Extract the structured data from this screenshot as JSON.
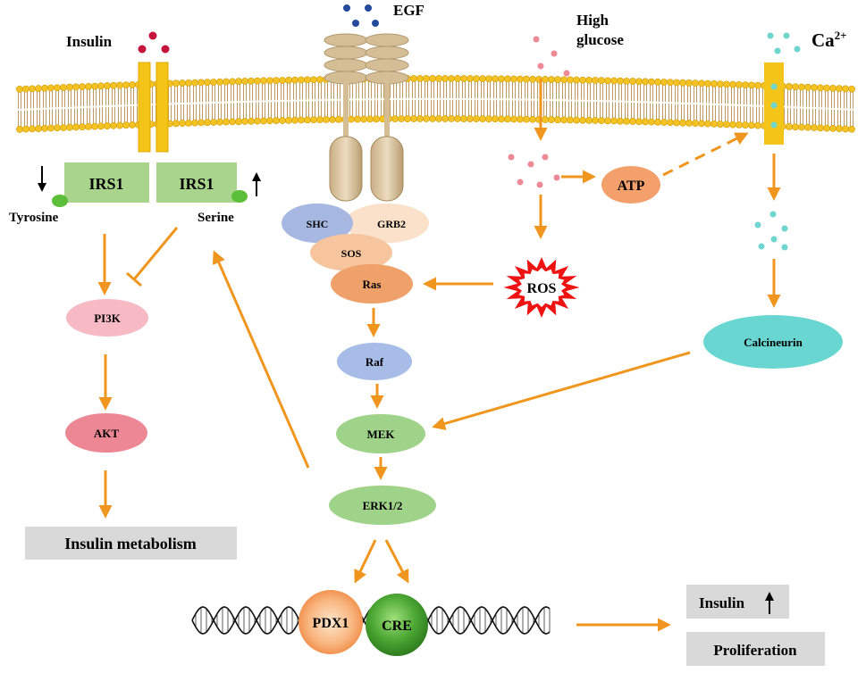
{
  "labels": {
    "insulin": "Insulin",
    "egf": "EGF",
    "high_glucose_line1": "High",
    "high_glucose_line2": "glucose",
    "calcium": "Ca",
    "calcium_sup": "2+",
    "irs1_left": "IRS1",
    "irs1_right": "IRS1",
    "tyrosine": "Tyrosine",
    "serine": "Serine",
    "shc": "SHC",
    "grb2": "GRB2",
    "sos": "SOS",
    "ras": "Ras",
    "raf": "Raf",
    "mek": "MEK",
    "erk": "ERK1/2",
    "pi3k": "PI3K",
    "akt": "AKT",
    "atp": "ATP",
    "ros": "ROS",
    "calcineurin": "Calcineurin",
    "pdx1": "PDX1",
    "cre": "CRE",
    "insulin_metabolism": "Insulin metabolism",
    "insulin_out": "Insulin",
    "proliferation": "Proliferation"
  },
  "colors": {
    "arrow": "#f0961e",
    "membrane_head": "#f3c326",
    "membrane_tail": "#bd9a62",
    "insulin_receptor": "#f4c518",
    "irs1": "#a8d48c",
    "egf_receptor": "#d5be96",
    "shc": "#a6b7e2",
    "grb2": "#fbe0ca",
    "sos": "#f6c49d",
    "ras": "#f0a16a",
    "raf": "#a8bce8",
    "mek": "#9fd38a",
    "erk": "#9fd38a",
    "pi3k": "#f7b9c3",
    "akt": "#ec8793",
    "atp": "#f3a06c",
    "ros": "#ee1212",
    "calcineurin": "#6ad6d2",
    "pdx1": "#f59e62",
    "cre": "#3f9b2c",
    "output_box": "#d9d9d9",
    "insulin_dot": "#c7143c",
    "egf_dot": "#244a9c",
    "glucose_dot": "#ee8a96",
    "calcium_dot": "#6fd5cf"
  },
  "icons": {
    "tyrosine_arrow": "arrow-down-icon",
    "serine_arrow": "arrow-up-icon",
    "insulin_up_arrow": "arrow-up-icon"
  }
}
